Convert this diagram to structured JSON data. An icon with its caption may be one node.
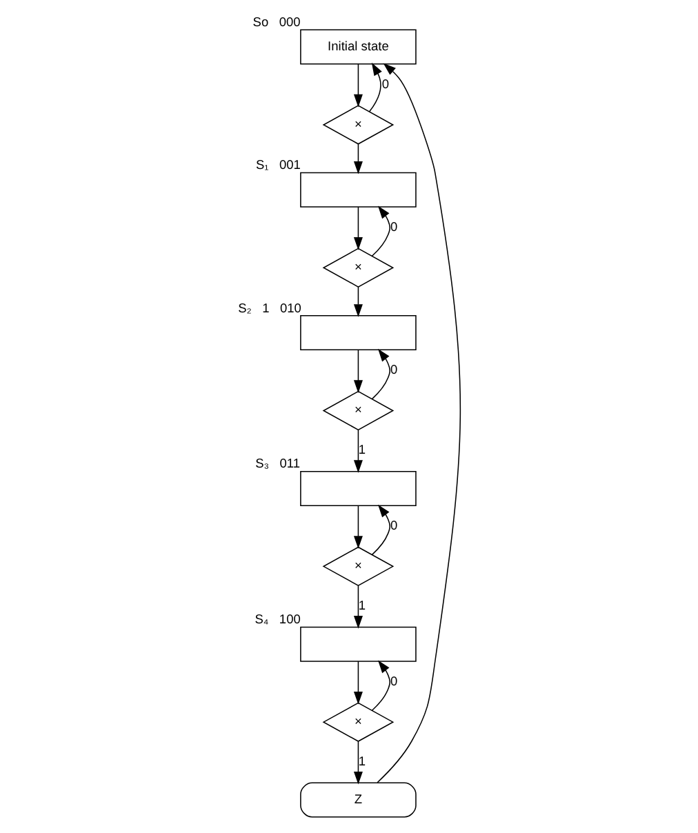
{
  "diagram": {
    "nodes": [
      {
        "text": [
          "Initial state"
        ],
        "beside": [
          "So",
          "000"
        ]
      },
      {
        "text": [
          "×"
        ]
      },
      {
        "text": [],
        "shape": "box",
        "beside": [
          "S₁",
          "001"
        ]
      },
      {
        "text": [
          "×"
        ]
      },
      {
        "text": [],
        "shape": "box",
        "beside": [
          "S₂",
          "1",
          "010"
        ]
      },
      {
        "text": [
          "×"
        ]
      },
      {
        "text": [],
        "shape": "box",
        "beside": [
          "S₃",
          "011"
        ]
      },
      {
        "text": [
          "×"
        ]
      },
      {
        "text": [],
        "shape": "box",
        "beside": [
          "S₄",
          "100"
        ]
      },
      {
        "text": [
          "×"
        ]
      },
      {
        "text": [
          "Z"
        ]
      }
    ],
    "edges": [
      {
        "from": 0,
        "to": 1,
        "arrow": "to"
      },
      {
        "from": 1,
        "to": 0,
        "arrow": "to",
        "label": "0"
      },
      {
        "from": 1,
        "to": 2,
        "arrow": "to"
      },
      {
        "from": 2,
        "to": 3,
        "arrow": "to"
      },
      {
        "from": 3,
        "to": 2,
        "arrow": "to",
        "label": "0"
      },
      {
        "from": 3,
        "to": 4,
        "arrow": "to"
      },
      {
        "from": 4,
        "to": 5,
        "arrow": "to"
      },
      {
        "from": 5,
        "to": 4,
        "arrow": "to",
        "label": "0"
      },
      {
        "from": 5,
        "to": 6,
        "arrow": "to",
        "label": "1"
      },
      {
        "from": 6,
        "to": 7,
        "arrow": "to"
      },
      {
        "from": 7,
        "to": 6,
        "arrow": "to",
        "label": "0"
      },
      {
        "from": 7,
        "to": 8,
        "arrow": "to",
        "label": "1"
      },
      {
        "from": 8,
        "to": 9,
        "arrow": "to"
      },
      {
        "from": 9,
        "to": 8,
        "arrow": "to",
        "label": "0"
      },
      {
        "from": 9,
        "to": 10,
        "arrow": "to",
        "label": "1"
      },
      {
        "from": 10,
        "to": 0,
        "arrow": "to"
      }
    ]
  }
}
